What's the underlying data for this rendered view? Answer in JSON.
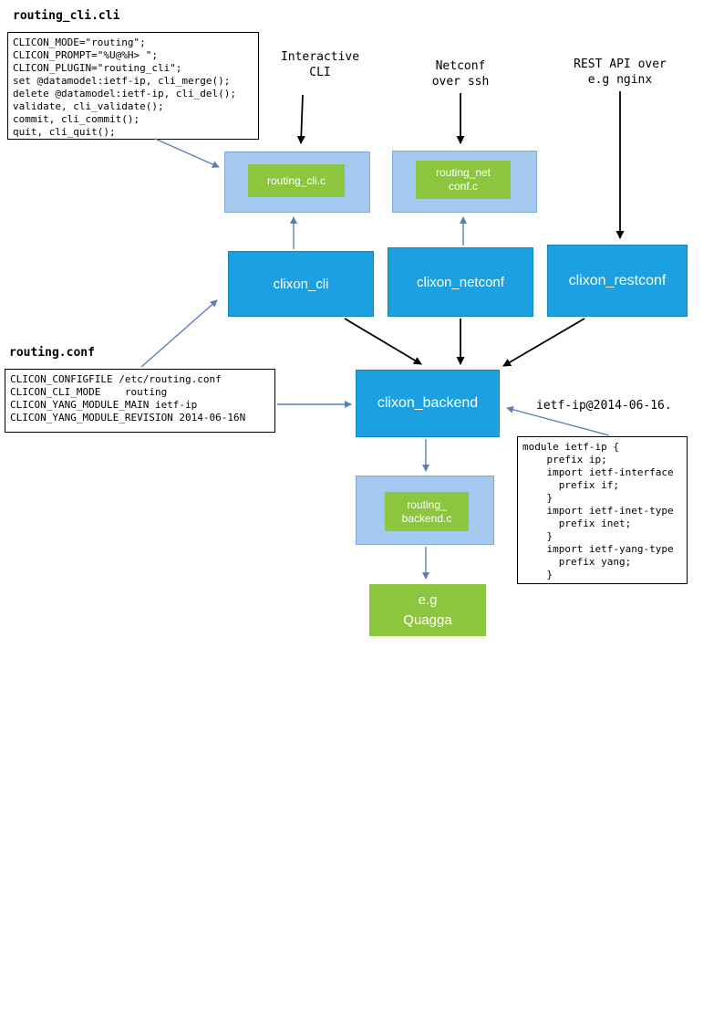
{
  "colors": {
    "blue_box": "#1BA0E2",
    "light_blue_box": "#A4C9EF",
    "green_box": "#8CC63F",
    "blue_arrow": "#5B7FB5",
    "black_arrow": "#000000"
  },
  "labels": {
    "cli_file": "routing_cli.cli",
    "interactive_cli": [
      "Interactive",
      "CLI"
    ],
    "netconf_ssh": [
      "Netconf",
      "over ssh"
    ],
    "rest_api": [
      "REST API over",
      "e.g nginx"
    ],
    "conf_file": "routing.conf",
    "yang_file": "ietf-ip@2014-06-16."
  },
  "code_boxes": {
    "cli_spec": {
      "lines": [
        "CLICON_MODE=\"routing\";",
        "CLICON_PROMPT=\"%U@%H> \";",
        "CLICON_PLUGIN=\"routing_cli\";",
        "set @datamodel:ietf-ip, cli_merge();",
        "delete @datamodel:ietf-ip, cli_del();",
        "validate, cli_validate();",
        "commit, cli_commit();",
        "quit, cli_quit();"
      ]
    },
    "conf": {
      "lines": [
        "CLICON_CONFIGFILE /etc/routing.conf",
        "CLICON_CLI_MODE    routing",
        "CLICON_YANG_MODULE_MAIN ietf-ip",
        "CLICON_YANG_MODULE_REVISION 2014-06-16N"
      ]
    },
    "yang_module": {
      "lines": [
        "module ietf-ip {",
        "    prefix ip;",
        "    import ietf-interface",
        "      prefix if;",
        "    }",
        "    import ietf-inet-type",
        "      prefix inet;",
        "    }",
        "    import ietf-yang-type",
        "      prefix yang;",
        "    }"
      ]
    }
  },
  "nodes": {
    "routing_cli_c": "routing_cli.c",
    "routing_netconf_c": [
      "routing_net",
      "conf.c"
    ],
    "clixon_cli": "clixon_cli",
    "clixon_netconf": "clixon_netconf",
    "clixon_restconf": "clixon_restconf",
    "clixon_backend": "clixon_backend",
    "routing_backend_c": [
      "routing_",
      "backend.c"
    ],
    "quagga": [
      "e.g",
      "Quagga"
    ]
  }
}
